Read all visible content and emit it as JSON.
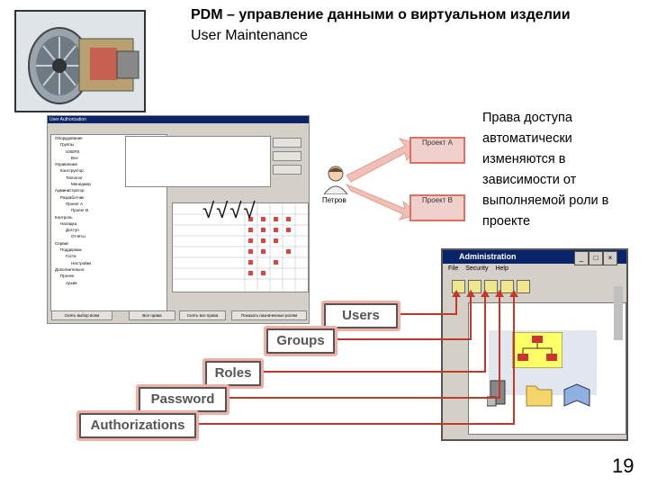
{
  "header": {
    "title": "PDM – управление данными о виртуальном изделии",
    "subtitle": "User Maintenance"
  },
  "user_auth_window": {
    "title": "User Authorization",
    "tree_items": [
      "Оборудование",
      "Группы",
      "USERS",
      "Все",
      "Управление",
      "Конструктор",
      "Технолог",
      "Менеджер",
      "Администратор",
      "Разработчик",
      "Проект A",
      "Проект B",
      "Контроль",
      "Наладка",
      "Доступ",
      "Отчёты",
      "Сервис",
      "Поддержка",
      "Гости",
      "Настройки",
      "Дополнительно",
      "Прочее",
      "Архив"
    ],
    "buttons": {
      "left": "Снять выбор всем",
      "mid1": "Все права",
      "mid2": "Снять все права",
      "right": "Показать назначенные ролям"
    },
    "checkmarks": "√√√√"
  },
  "project_boxes": {
    "project_a": "Проект A",
    "project_b": "Проект B"
  },
  "person": {
    "name": "Петров"
  },
  "rights_text": "Права доступа автоматически изменяются в зависимости от выполняемой роли в проекте",
  "admin_window": {
    "title": "Administration",
    "menu": [
      "File",
      "Security",
      "Help"
    ],
    "controls": [
      "_",
      "□",
      "×"
    ]
  },
  "labels": {
    "users": "Users",
    "groups": "Groups",
    "roles": "Roles",
    "password": "Password",
    "authorizations": "Authorizations"
  },
  "page_number": "19"
}
